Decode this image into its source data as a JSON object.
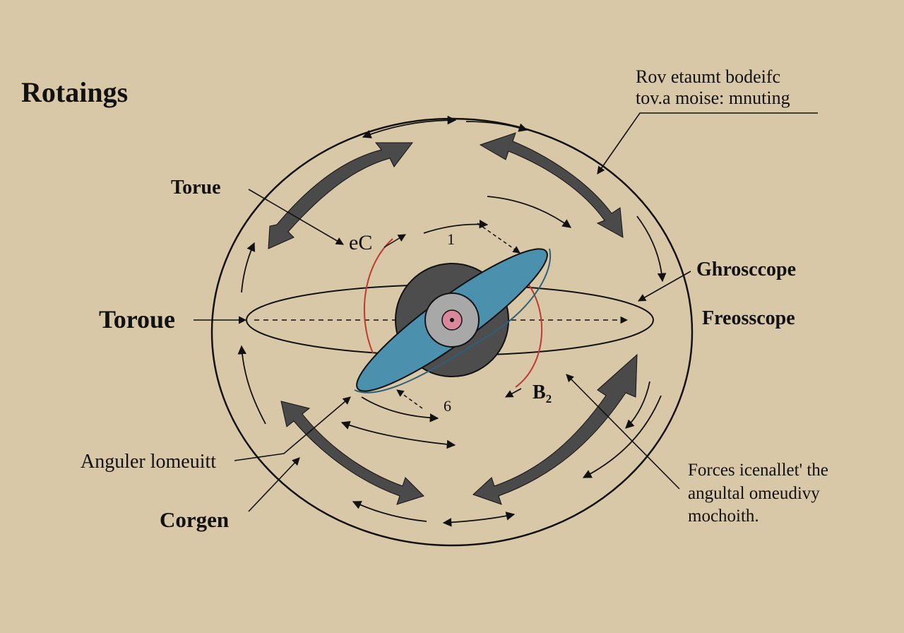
{
  "title": "Rotaings",
  "labels": {
    "torque_upper": "Torue",
    "torque_left": "Toroue",
    "ec": "eC",
    "one": "1",
    "six": "6",
    "b2_main": "B",
    "b2_sub": "2",
    "ghroscope": "Ghrosccope",
    "freosscope": "Freosscope",
    "angular_moment": "Anguler lomeuitt",
    "corgen": "Corgen"
  },
  "notes": {
    "top_line1": "Rov etaumt bodeifc",
    "top_line2": "tov.a moise: mnuting",
    "bottom_line1": "Forces icenallet' the",
    "bottom_line2": "angultal omeudivy",
    "bottom_line3": "mochoith."
  },
  "colors": {
    "background": "#d9c8a8",
    "line": "#111111",
    "thick_arrow": "#4a4a4a",
    "disc_blue": "#4b90ad",
    "hub_dark": "#4d4d4d",
    "hub_light": "#a8a8a8",
    "core_pink": "#d9879a",
    "red_arc": "#c0392b"
  }
}
